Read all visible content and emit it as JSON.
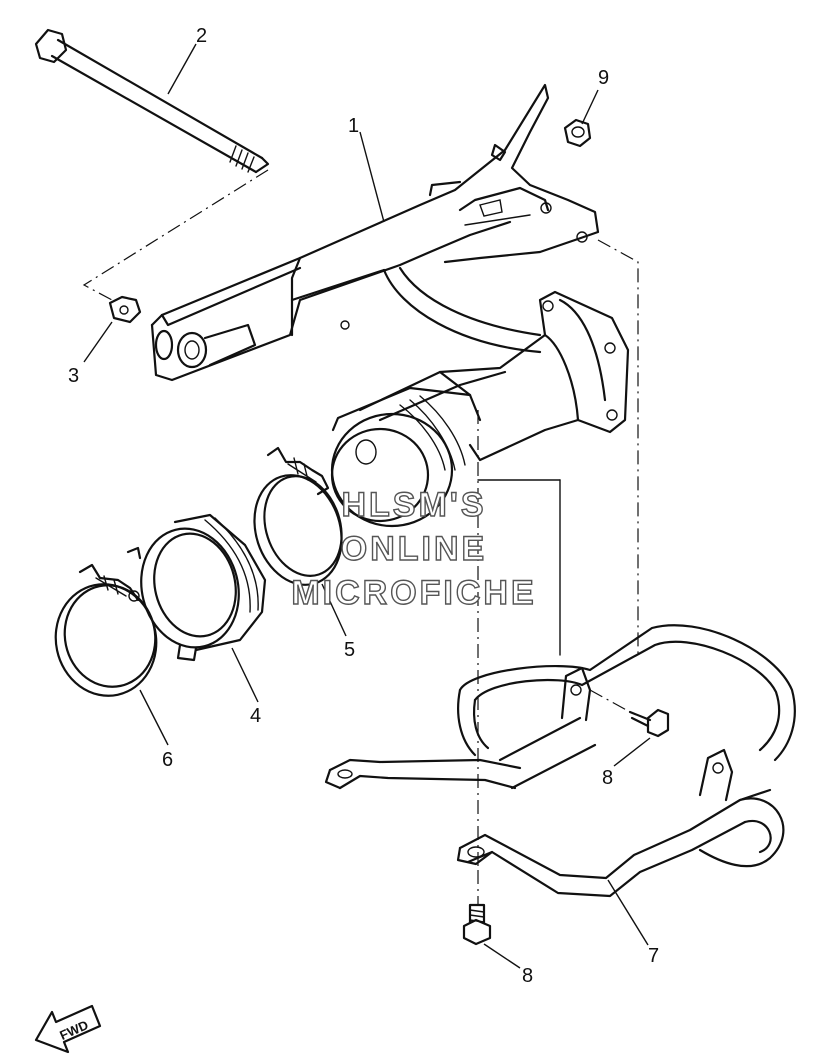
{
  "callouts": [
    {
      "id": "c1",
      "label": "1"
    },
    {
      "id": "c2",
      "label": "2"
    },
    {
      "id": "c3",
      "label": "3"
    },
    {
      "id": "c4",
      "label": "4"
    },
    {
      "id": "c5",
      "label": "5"
    },
    {
      "id": "c6",
      "label": "6"
    },
    {
      "id": "c7",
      "label": "7"
    },
    {
      "id": "c8a",
      "label": "8"
    },
    {
      "id": "c8b",
      "label": "8"
    },
    {
      "id": "c9",
      "label": "9"
    }
  ],
  "watermark": {
    "line1": "HLSM'S",
    "line2": "ONLINE",
    "line3": "MICROFICHE"
  },
  "direction_marker": {
    "label": "FWD"
  },
  "colors": {
    "line": "#111111",
    "background": "#ffffff",
    "watermark_outline": "#555555"
  }
}
